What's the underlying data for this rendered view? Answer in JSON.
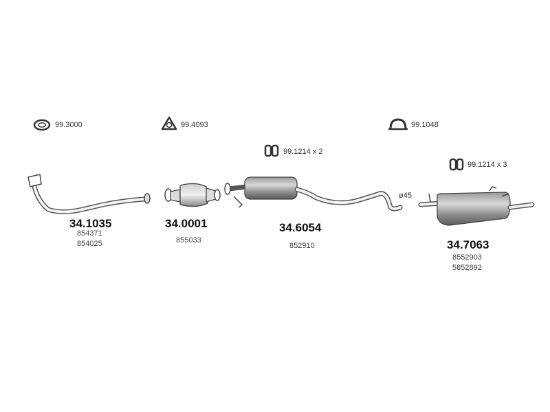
{
  "accessories": [
    {
      "code": "99.3000",
      "icon": "gasket-ring-icon"
    },
    {
      "code": "99.4093",
      "icon": "triangle-flange-gasket-icon"
    },
    {
      "code": "99.1214 x 2",
      "icon": "rubber-hanger-icon"
    },
    {
      "code": "99.1048",
      "icon": "clamp-icon"
    },
    {
      "code": "99.1214 x 3",
      "icon": "rubber-hanger-icon"
    }
  ],
  "parts": [
    {
      "number": "34.1035",
      "refs": [
        "854371",
        "854025"
      ]
    },
    {
      "number": "34.0001",
      "refs": [
        "855033"
      ]
    },
    {
      "number": "34.6054",
      "refs": [
        "852910"
      ]
    },
    {
      "number": "34.7063",
      "refs": [
        "8552903",
        "5852892"
      ]
    }
  ],
  "annotations": {
    "diameter": "ø45"
  },
  "colors": {
    "line": "#555555",
    "fill_dark": "#6e6e6e",
    "fill_light": "#e4e4e4"
  }
}
